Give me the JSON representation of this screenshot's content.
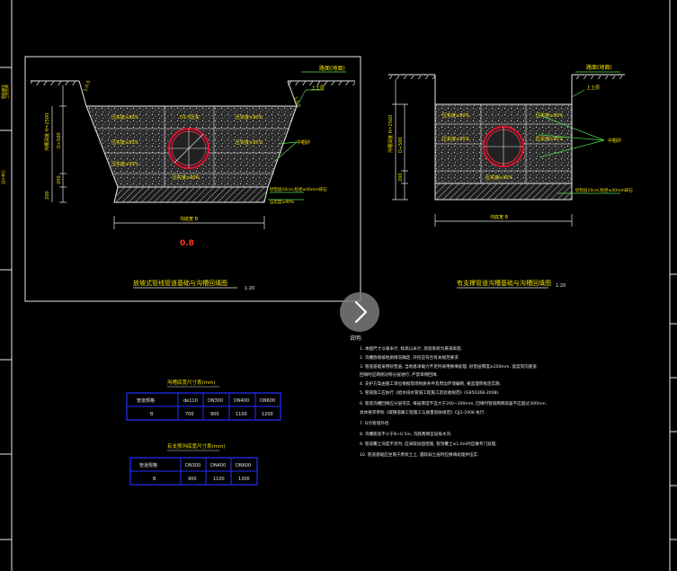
{
  "left_section": {
    "top_label": "路面(地面)",
    "slope_left": "1:0.5",
    "slope_right": "1:0.5",
    "fill_labels": [
      "压实度≥90%",
      "压实度≥95%",
      "压实度≥90%"
    ],
    "center_top": "D1.5压实",
    "side_95_left": "压实度≥95%",
    "side_95_right": "压实度≥95%",
    "center_bottom": "压实度≥90%",
    "dim_depth": "沟槽深度 H=2500",
    "dim_d": "D+500",
    "dim_200a": "200",
    "dim_200b": "200",
    "bed_label": "砂垫层10cm,粒径≤40mm碎石",
    "bed_label2": "压实度≥90%",
    "layer_label": "中粗砂",
    "bottom_width": "沟底宽 B",
    "red_note": "0.8",
    "title": "放坡式管线管道基础与沟槽回填图",
    "scale": "1:20"
  },
  "right_section": {
    "top_label": "路面(地面)",
    "top_label2": "上土层",
    "fill_labels": [
      "压实度≥90%",
      "压实度≥95%",
      "压实度≥90%"
    ],
    "dim_depth": "沟槽深度 H=2500",
    "dim_d": "D+500",
    "dim_200": "200",
    "bed_label": "砂垫层10cm,粒径≤40mm碎石",
    "layer_label": "中粗砂",
    "bottom_width": "沟底宽 B",
    "title": "有支撑管道沟槽基础与沟槽回填图",
    "scale": "1:20"
  },
  "left_side_labels": [
    "图纸编号",
    "工程名称",
    "设计单位"
  ],
  "notes": {
    "heading": "说明:",
    "items": [
      "1. 本图尺寸以毫米计, 标高以米计, 高程系统为黄海高程.",
      "2. 沟槽放坡按地质情况确定, 开挖应符合有关规范要求.",
      "3. 管道基础采用砂垫层, 当地基承载力不足时采用换填处理, 砂垫层厚度≥200mm, 宽度同沟底宽.",
      "   回填时应两侧对称分层进行, 严禁单侧回填.",
      "4. 支护方案由施工单位根据现场地质条件及周边环境编制, 报监理审批后实施.",
      "5. 管道施工应执行《给水排水管道工程施工及验收规范》(GB50268-2008).",
      "6. 管道沟槽回填应分层夯实, 每层厚度不宜大于200~300mm, 回填时管道两侧高差不应超过300mm.",
      "   具体要求参照《城镇道路工程施工与质量验收规范》CJJ1-2008 执行.",
      "7. D为管道外径.",
      "8. 沟槽底宽不小于B+0.5m, 沟底两侧宜设排水沟.",
      "9. 管道覆土深度不足时, 应采取加固措施, 管顶覆土≤1.0m时应做专门处理.",
      "10. 管道基础应坐落于原状土上, 遇软弱土层时应换填处理并压实."
    ]
  },
  "table1": {
    "title": "沟槽底宽尺寸表(mm)",
    "headers": [
      "管道规格",
      "de110",
      "DN300",
      "DN400",
      "DN600"
    ],
    "row": [
      "B",
      "700",
      "900",
      "1100",
      "1200"
    ]
  },
  "table2": {
    "title": "有支撑沟底宽尺寸表(mm)",
    "headers": [
      "管道规格",
      "DN300",
      "DN400",
      "DN600"
    ],
    "row": [
      "B",
      "900",
      "1100",
      "1300"
    ]
  },
  "colors": {
    "background": "#000000",
    "frame": "#e8e8e8",
    "text_yellow": "#f2e200",
    "leader_green": "#4fe04f",
    "pipe_red": "#e0102a",
    "table_blue": "#2430ff",
    "hatch": "#9a9a9a"
  },
  "overlay": {
    "icon": "chevron-right-icon"
  }
}
